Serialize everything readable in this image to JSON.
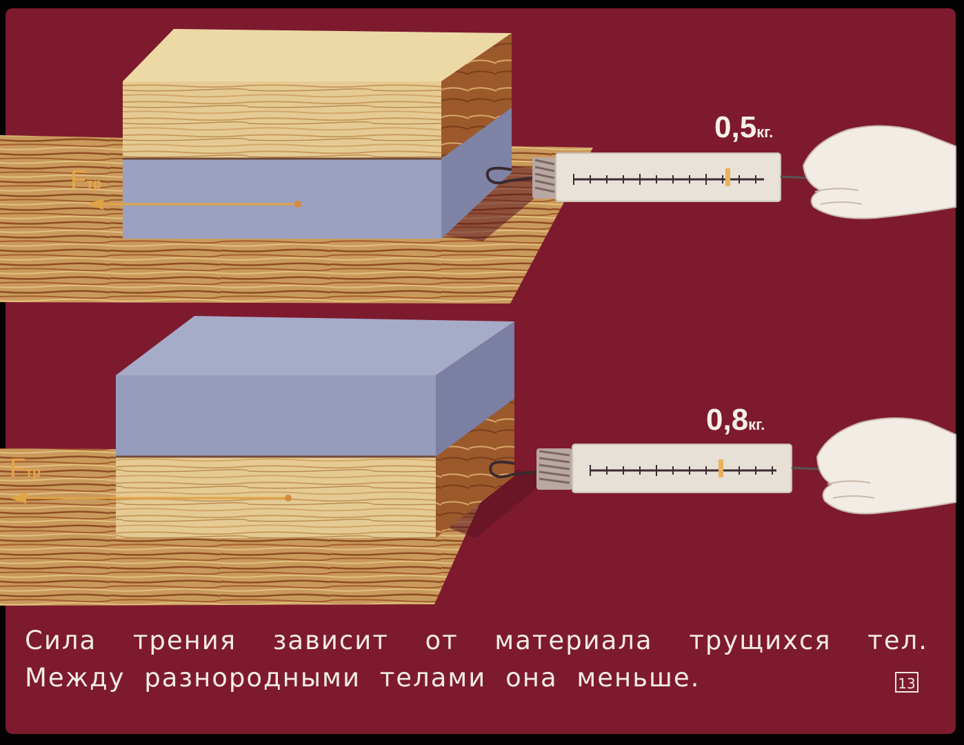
{
  "colors": {
    "background": "#7e1a2e",
    "wood_light": "#e8cf95",
    "wood_dark": "#a8642f",
    "metal_top": "#a6abc8",
    "metal_front": "#9b9fbe",
    "arrow": "#e0a446",
    "text": "#f3ece4"
  },
  "top_setup": {
    "reading_value": "0,5",
    "reading_unit": "кг.",
    "force_symbol": "F",
    "force_subscript": "тр"
  },
  "bottom_setup": {
    "reading_value": "0,8",
    "reading_unit": "кг.",
    "force_symbol": "F",
    "force_subscript": "тр"
  },
  "caption": {
    "line1": "Сила трения зависит от материала трущихся тел.",
    "line2": "Между разнородными телами она меньше."
  },
  "frame_number": "13"
}
